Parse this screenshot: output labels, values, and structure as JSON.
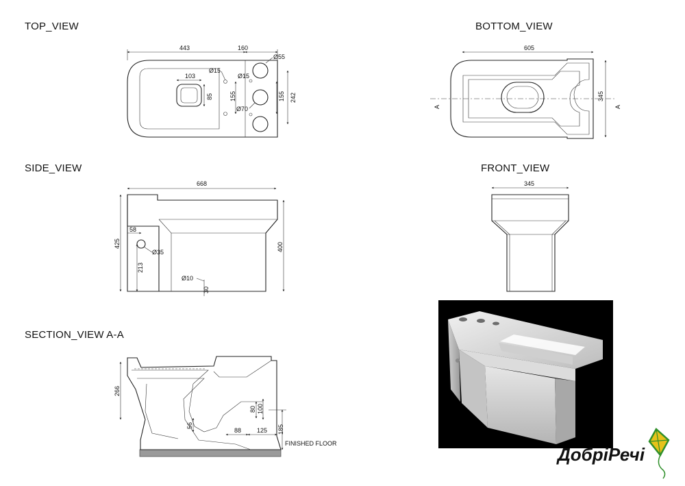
{
  "views": {
    "top": "TOP_VIEW",
    "bottom": "BOTTOM_VIEW",
    "side": "SIDE_VIEW",
    "front": "FRONT_VIEW",
    "section": "SECTION_VIEW  A-A"
  },
  "top_dims": {
    "overall_width": "443",
    "tank_width": "160",
    "hole_large": "Ø55",
    "hole_small_left": "Ø15",
    "hole_small_right": "Ø15",
    "hole_center": "Ø70",
    "bowl_width": "103",
    "bowl_depth": "85",
    "spacing_left": "155",
    "spacing_right": "155",
    "overall_depth": "242"
  },
  "bottom_dims": {
    "overall_length": "605",
    "depth": "345",
    "section_mark_left": "A",
    "section_mark_right": "A"
  },
  "side_dims": {
    "length": "668",
    "total_height": "425",
    "body_height": "400",
    "inlet_offset": "58",
    "inlet_height": "213",
    "inlet_diameter": "Ø35",
    "fix_hole": "Ø10",
    "fix_hole_height": "30"
  },
  "front_dims": {
    "width": "345"
  },
  "section_dims": {
    "height": "266",
    "trap": "56",
    "outlet_a": "80",
    "outlet_b": "100",
    "offset_a": "88",
    "offset_b": "125",
    "outlet_height": "185",
    "floor_label": "FINISHED  FLOOR"
  },
  "logo": {
    "text": "ДобріРечі"
  },
  "colors": {
    "line": "#222222",
    "floor": "#9a9a9a",
    "logo_green": "#2f8f2a",
    "logo_yellow": "#e6c21a"
  }
}
